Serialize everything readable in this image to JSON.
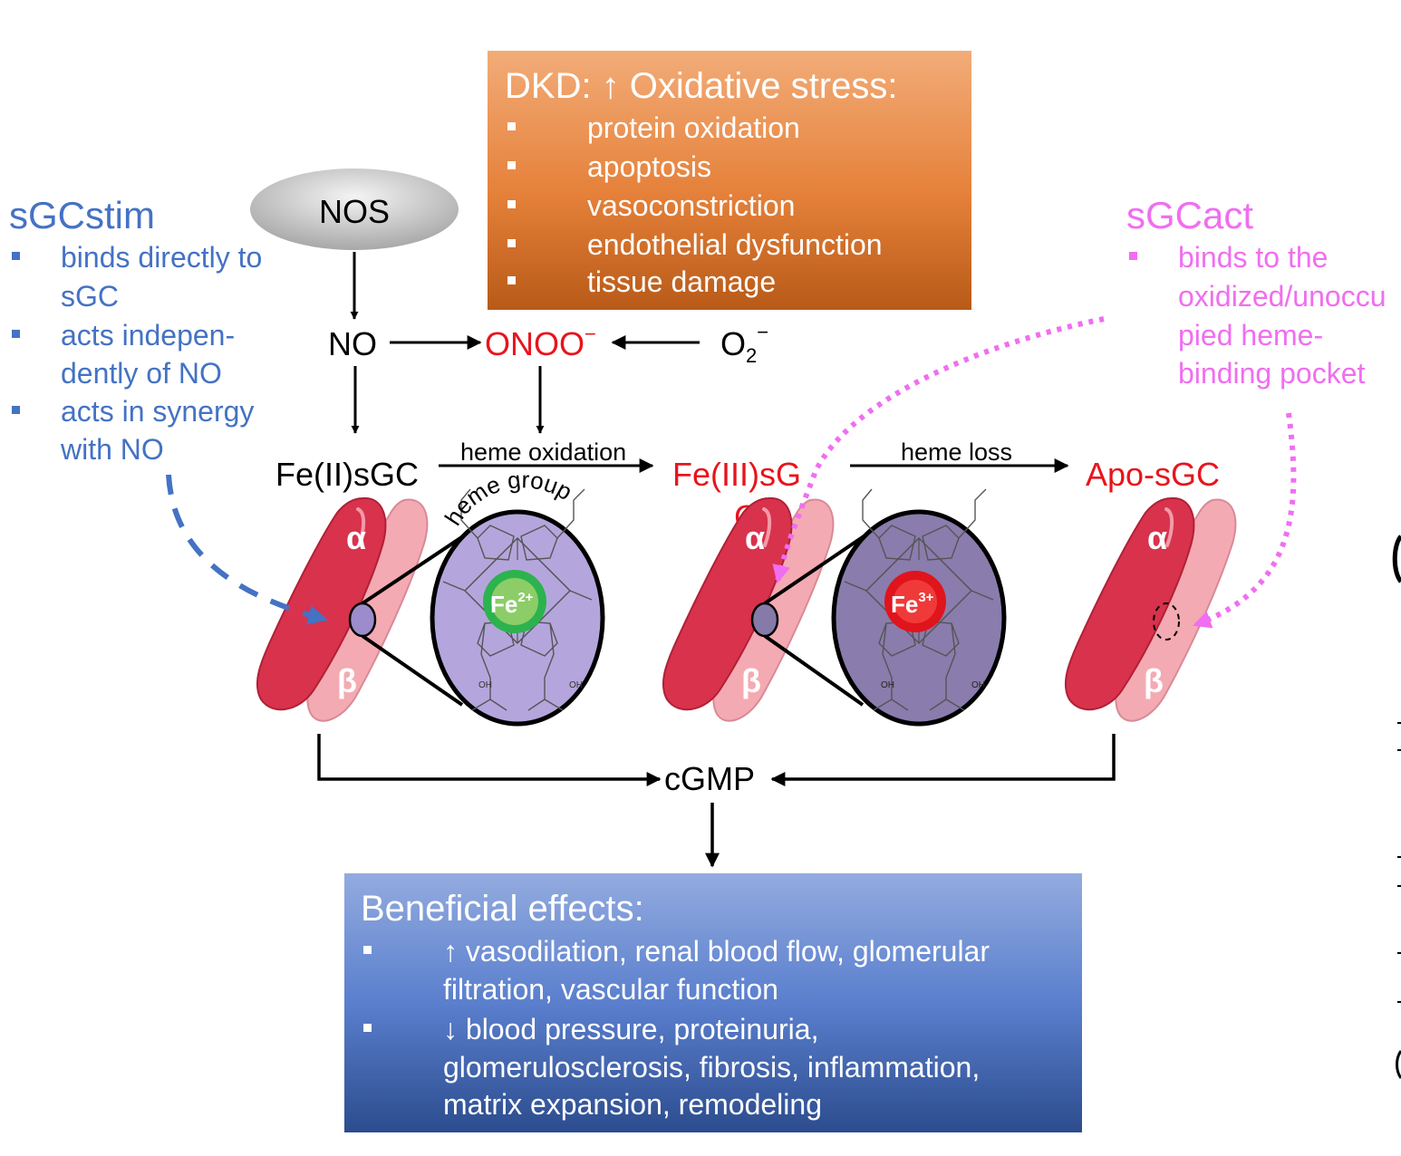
{
  "colors": {
    "stim_blue": "#4472c4",
    "act_pink": "#f06ef0",
    "red": "#e8141c",
    "black": "#000000",
    "alpha_red": "#d8324c",
    "beta_pink": "#f4aab2",
    "heme_purple": "#b4a6dc",
    "heme_dark": "#8a7cac",
    "fe2_green": "#22b24a",
    "fe3_red": "#e0141c"
  },
  "oxidative_box": {
    "title": "DKD: ↑ Oxidative stress:",
    "items": [
      "protein oxidation",
      "apoptosis",
      "vasoconstriction",
      "endothelial dysfunction",
      "tissue damage"
    ]
  },
  "sgc_stim": {
    "title": "sGCstim",
    "lines": [
      "binds directly to",
      "sGC",
      "acts indepen-",
      "dently of NO",
      "acts in synergy",
      "with NO"
    ]
  },
  "sgc_act": {
    "title": "sGCact",
    "lines": [
      "binds to the",
      "oxidized/unoccu",
      "pied heme-",
      "binding pocket"
    ]
  },
  "pathway": {
    "nos": "NOS",
    "no": "NO",
    "onoo": "ONOO",
    "onoo_sup": "−",
    "o2": "O",
    "o2_sub": "2",
    "o2_sup": "−",
    "fe2_sgc": "Fe(II)sGC",
    "heme_oxidation": "heme oxidation",
    "fe3_sgc_main": "Fe(III)sG",
    "fe3_sgc_tail": "C",
    "heme_loss": "heme loss",
    "apo_sgc": "Apo-sGC",
    "heme_group": "heme group",
    "alpha": "α",
    "beta": "β",
    "fe2": "Fe",
    "fe2_sup": "2+",
    "fe3": "Fe",
    "fe3_sup": "3+",
    "oh": "OH",
    "cgmp": "cGMP"
  },
  "beneficial_box": {
    "title": "Beneficial effects:",
    "items": [
      [
        "↑ vasodilation, renal blood flow, glomerular",
        "filtration, vascular function"
      ],
      [
        "↓ blood pressure, proteinuria,",
        "glomerulosclerosis, fibrosis, inflammation,",
        "matrix expansion, remodeling"
      ]
    ]
  }
}
